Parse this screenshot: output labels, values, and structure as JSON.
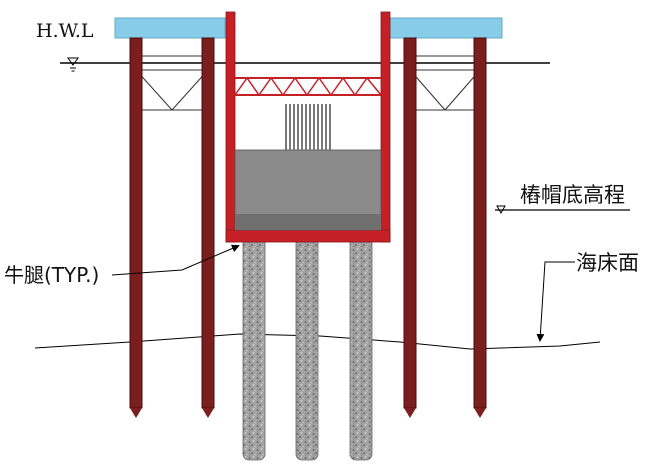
{
  "labels": {
    "hwl": "H.W.L",
    "pile_cap_bottom": "樁帽底高程",
    "corbel": "牛腿(TYP.)",
    "seabed": "海床面"
  },
  "colors": {
    "steel_pile": "#7a1e1e",
    "steel_pile_edge": "#4a0c0c",
    "cofferdam": "#c42026",
    "platform": "#87cdea",
    "concrete": "#8a8a8a",
    "pile_concrete": "#9a9a9a",
    "rebar": "#333333",
    "line": "#000000"
  }
}
